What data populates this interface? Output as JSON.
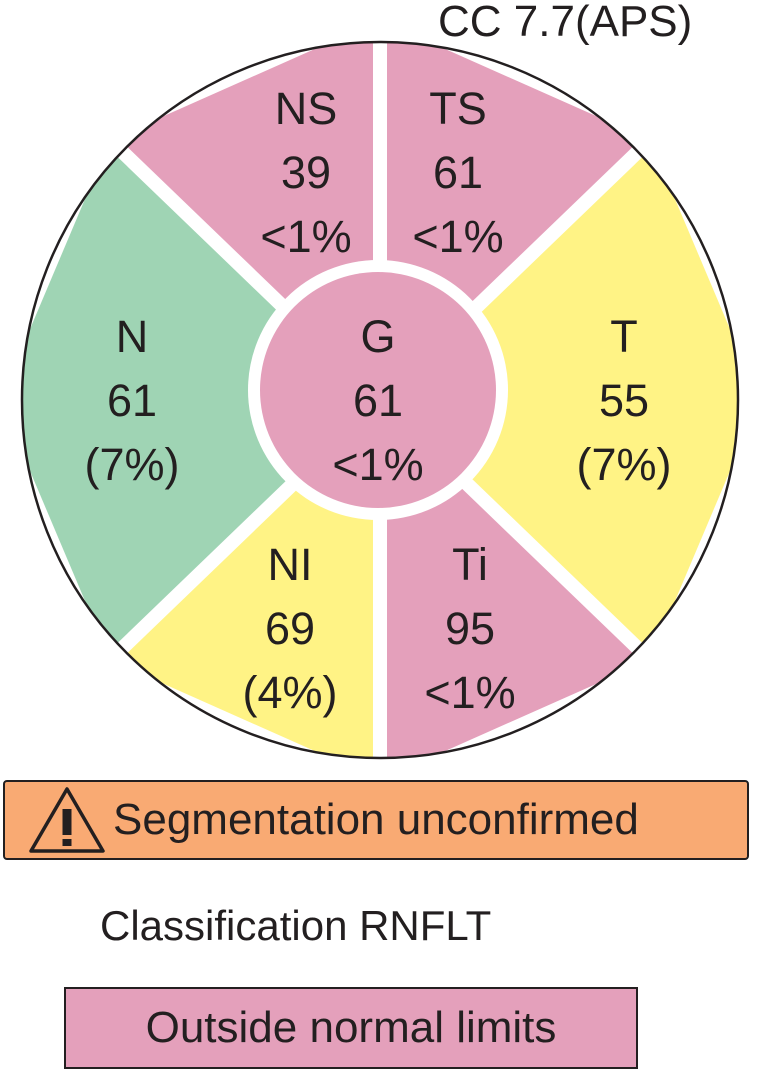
{
  "header": {
    "cc_label": "CC 7.7(APS)"
  },
  "colors": {
    "outside_normal_limits": "#e4a0bb",
    "borderline": "#fff385",
    "within_normal_limits": "#9fd4b4",
    "warning_fill": "#f9aa73",
    "outline": "#231f20",
    "separator": "#ffffff"
  },
  "sectors": [
    {
      "id": "NS",
      "name": "NS",
      "value": "39",
      "percentile": "<1%",
      "status": "outside_normal_limits"
    },
    {
      "id": "TS",
      "name": "TS",
      "value": "61",
      "percentile": "<1%",
      "status": "outside_normal_limits"
    },
    {
      "id": "T",
      "name": "T",
      "value": "55",
      "percentile": "(7%)",
      "status": "borderline"
    },
    {
      "id": "Ti",
      "name": "Ti",
      "value": "95",
      "percentile": "<1%",
      "status": "outside_normal_limits"
    },
    {
      "id": "NI",
      "name": "NI",
      "value": "69",
      "percentile": "(4%)",
      "status": "borderline"
    },
    {
      "id": "N",
      "name": "N",
      "value": "61",
      "percentile": "(7%)",
      "status": "within_normal_limits"
    },
    {
      "id": "G",
      "name": "G",
      "value": "61",
      "percentile": "<1%",
      "status": "outside_normal_limits"
    }
  ],
  "warning": {
    "icon": "warning-triangle-icon",
    "text": "Segmentation unconfirmed"
  },
  "classification": {
    "title": "Classification RNFLT",
    "result": "Outside normal limits"
  }
}
